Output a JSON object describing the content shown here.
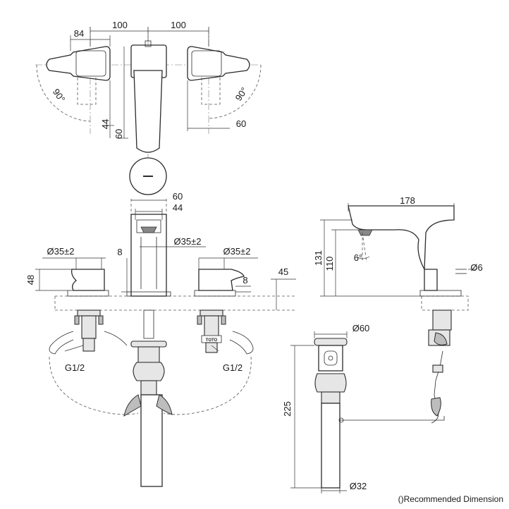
{
  "dimensions": {
    "d84": "84",
    "d100_left": "100",
    "d100_right": "100",
    "angle_left": "90°",
    "angle_right": "90°",
    "d44_top": "44",
    "d60_top_left": "60",
    "d60_top_right": "60",
    "d60_front": "60",
    "d44_front": "44",
    "dia35_left": "Ø35±2",
    "dia35_center": "Ø35±2",
    "dia35_right": "Ø35±2",
    "d8_left": "8",
    "d8_right": "8",
    "d48": "48",
    "d45": "45",
    "thread_left": "G1/2",
    "thread_right": "G1/2",
    "d178": "178",
    "d131": "131",
    "d110": "110",
    "angle_6": "6°",
    "dia6": "Ø6",
    "dia60": "Ø60",
    "d225": "225",
    "dia32": "Ø32"
  },
  "brand_mark": "TOTO",
  "note": "()Recommended Dimension"
}
